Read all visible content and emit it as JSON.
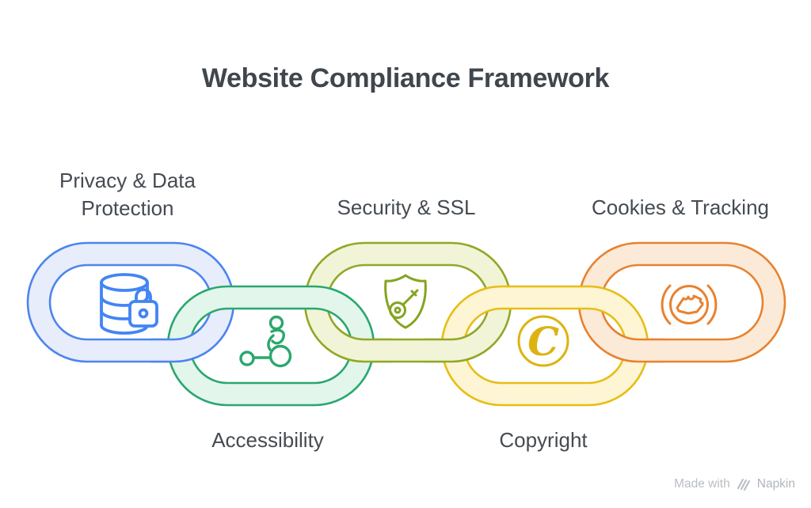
{
  "title": "Website Compliance Framework",
  "links": [
    {
      "label": "Privacy & Data Protection",
      "label_position": "above",
      "icon": "database-lock-icon",
      "stroke_color": "#4d84ef",
      "fill_color": "#e7edfb",
      "icon_color": "#4285f4"
    },
    {
      "label": "Accessibility",
      "label_position": "below",
      "icon": "wheelchair-user-icon",
      "stroke_color": "#2aa76e",
      "fill_color": "#e2f6eb",
      "icon_color": "#2aa76e"
    },
    {
      "label": "Security & SSL",
      "label_position": "above",
      "icon": "shield-key-icon",
      "stroke_color": "#90a827",
      "fill_color": "#f1f4d7",
      "icon_color": "#84a51f"
    },
    {
      "label": "Copyright",
      "label_position": "below",
      "icon": "copyright-c-icon",
      "glyph": "C",
      "stroke_color": "#e7be14",
      "fill_color": "#fdf5d3",
      "icon_color": "#ddb310"
    },
    {
      "label": "Cookies & Tracking",
      "label_position": "above",
      "icon": "cookie-tracking-icon",
      "stroke_color": "#e8822f",
      "fill_color": "#fcead9",
      "icon_color": "#e8822f"
    }
  ],
  "watermark": {
    "prefix": "Made with",
    "brand": "Napkin"
  },
  "colors": {
    "background": "#ffffff",
    "title_text": "#3f464d",
    "label_text": "#454b52",
    "watermark_text": "#b9bec5"
  }
}
